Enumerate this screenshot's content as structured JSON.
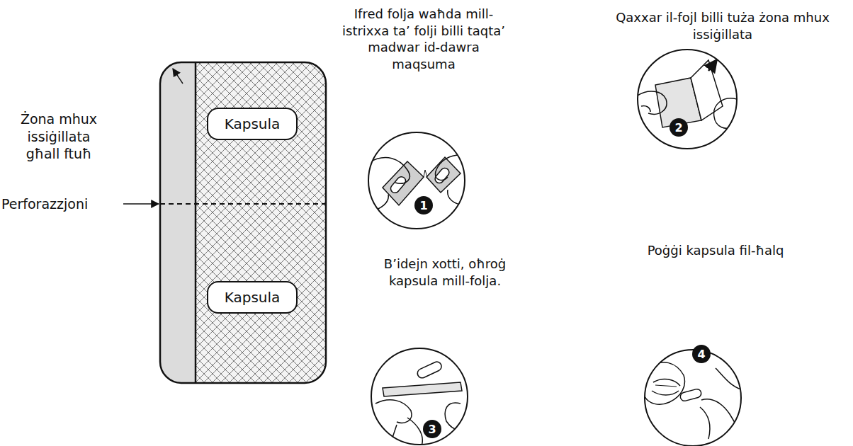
{
  "diagram": {
    "nodes": [
      {
        "text": [
          "Kapsula"
        ]
      },
      {
        "text": [
          "Kapsula"
        ]
      },
      {
        "text": [
          "Ifred folja waħda mill-istrixxa taʼ folji billi taqtaʼ madwar id-dawra maqsuma",
          "1"
        ]
      },
      {
        "text": [
          "Qaxxar il-fojl billi tuża żona mhux issiġillata",
          "2"
        ]
      },
      {
        "text": [
          "Bʼidejn xotti, oħroġ kapsula mill-folja.",
          "3"
        ]
      },
      {
        "text": [
          "Poġġi kapsula fil-ħalq",
          "4"
        ]
      }
    ],
    "labels": [
      "Żona mhux issiġillata għall ftuħ",
      "Perforazzjoni"
    ]
  }
}
